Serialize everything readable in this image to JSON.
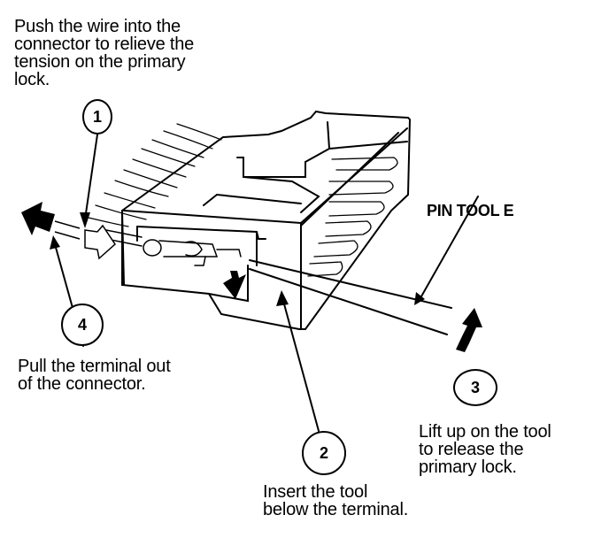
{
  "figure": {
    "tool_label": "PIN TOOL E",
    "steps": [
      {
        "number": "1",
        "text": "Push the wire into the\nconnector to relieve the\ntension on the primary\nlock."
      },
      {
        "number": "2",
        "text": "Insert the tool\nbelow the terminal."
      },
      {
        "number": "3",
        "text": "Lift up on the tool\nto release the\nprimary lock."
      },
      {
        "number": "4",
        "text": "Pull the terminal out\nof the connector."
      }
    ]
  }
}
